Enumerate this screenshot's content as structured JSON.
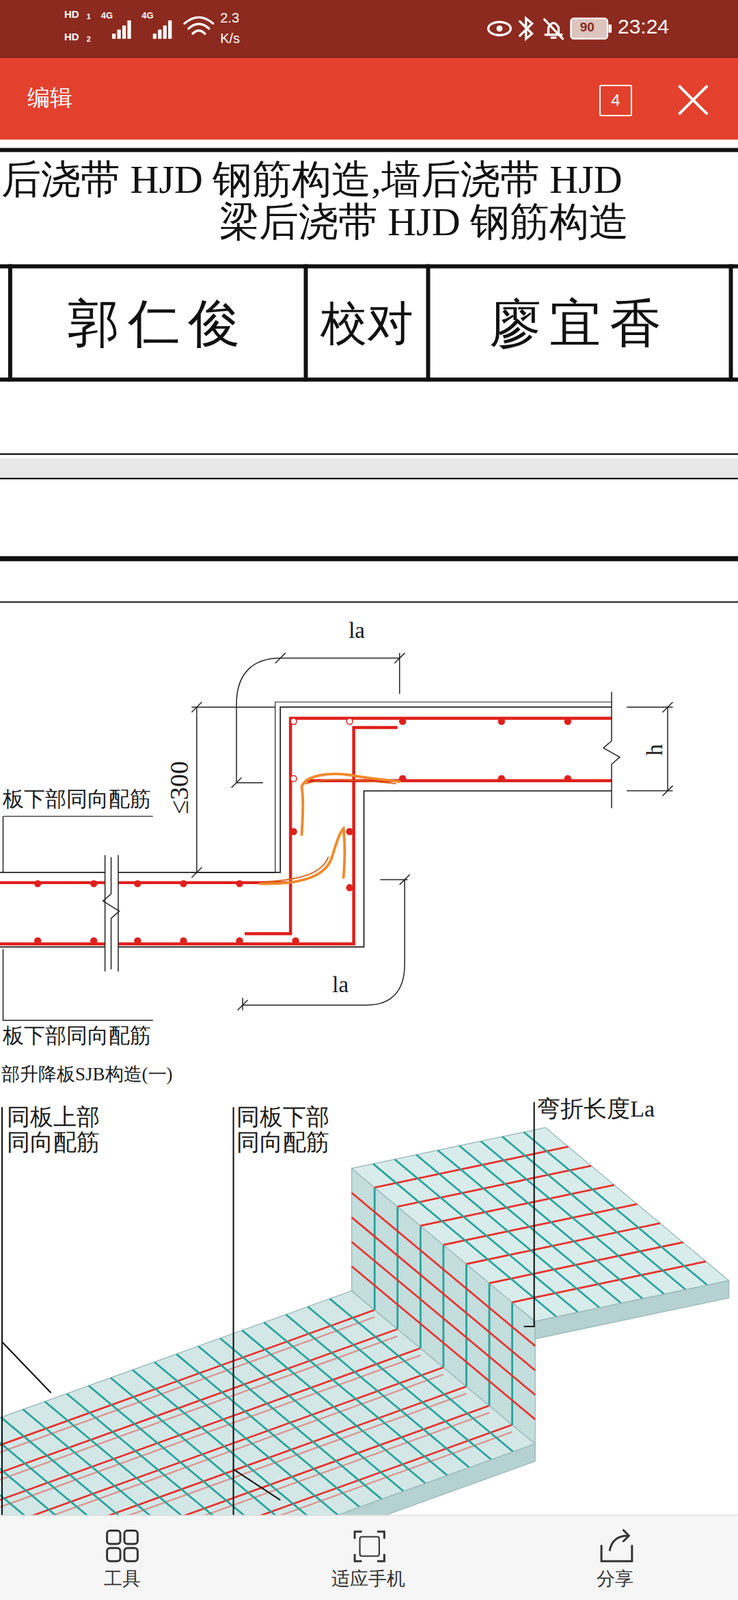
{
  "diagram": {
    "nodes": [
      {
        "text": [
          "4"
        ]
      },
      {
        "text": [
          "郭仁俊"
        ]
      },
      {
        "text": [
          "校对"
        ]
      },
      {
        "text": [
          "廖宜香"
        ]
      }
    ],
    "labels": [
      "HD",
      "1",
      "HD",
      "2",
      "4G",
      "4G",
      "2.3",
      "K/s",
      "90",
      "23:24",
      "编辑",
      "后浇带 HJD 钢筋构造,墙后浇带 HJD",
      "梁后浇带 HJD 钢筋构造",
      "la",
      "≤300",
      "h",
      "板下部同向配筋",
      "la",
      "板下部同向配筋",
      "部升降板SJB构造(一)",
      "同板上部 同向配筋",
      "同板下部 同向配筋",
      "弯折长度La",
      "工具",
      "适应手机",
      "分享"
    ]
  }
}
